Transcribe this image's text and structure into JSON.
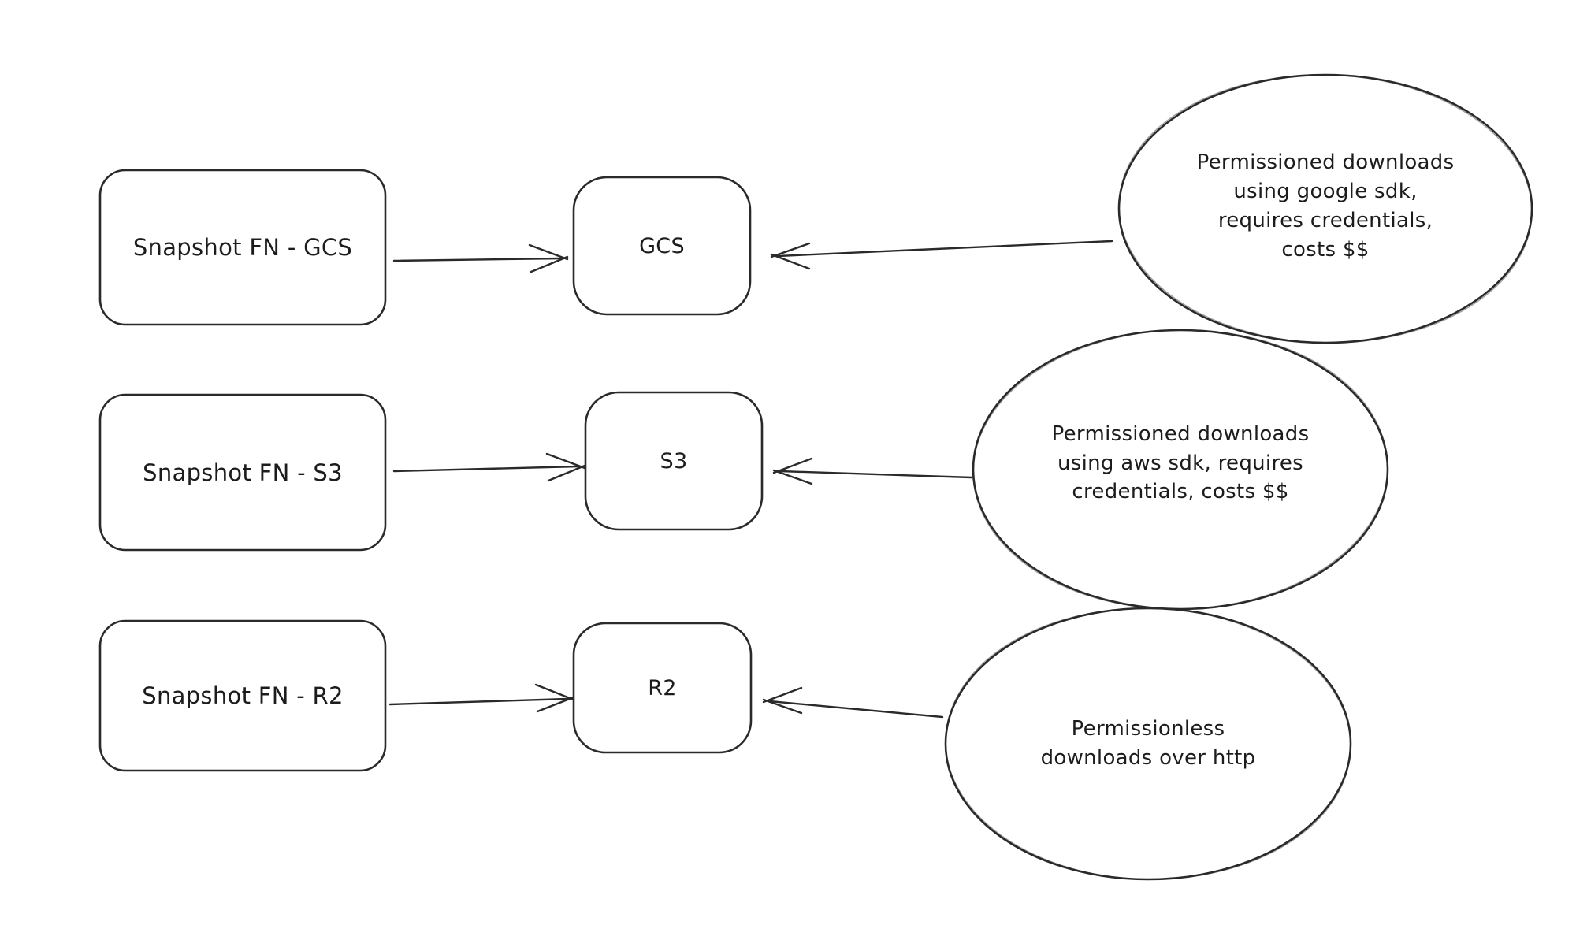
{
  "diagram": {
    "background_color": "#ffffff",
    "stroke_color": "#2a2a2a",
    "text_color": "#1c1c1c",
    "rows": [
      {
        "source_label": "Snapshot FN - GCS",
        "target_label": "GCS",
        "note_text": "Permissioned downloads\nusing google sdk,\nrequires credentials,\ncosts $$"
      },
      {
        "source_label": "Snapshot FN - S3",
        "target_label": "S3",
        "note_text": "Permissioned downloads\nusing aws sdk, requires\ncredentials, costs $$"
      },
      {
        "source_label": "Snapshot FN - R2",
        "target_label": "R2",
        "note_text": "Permissionless\ndownloads over http"
      }
    ]
  }
}
